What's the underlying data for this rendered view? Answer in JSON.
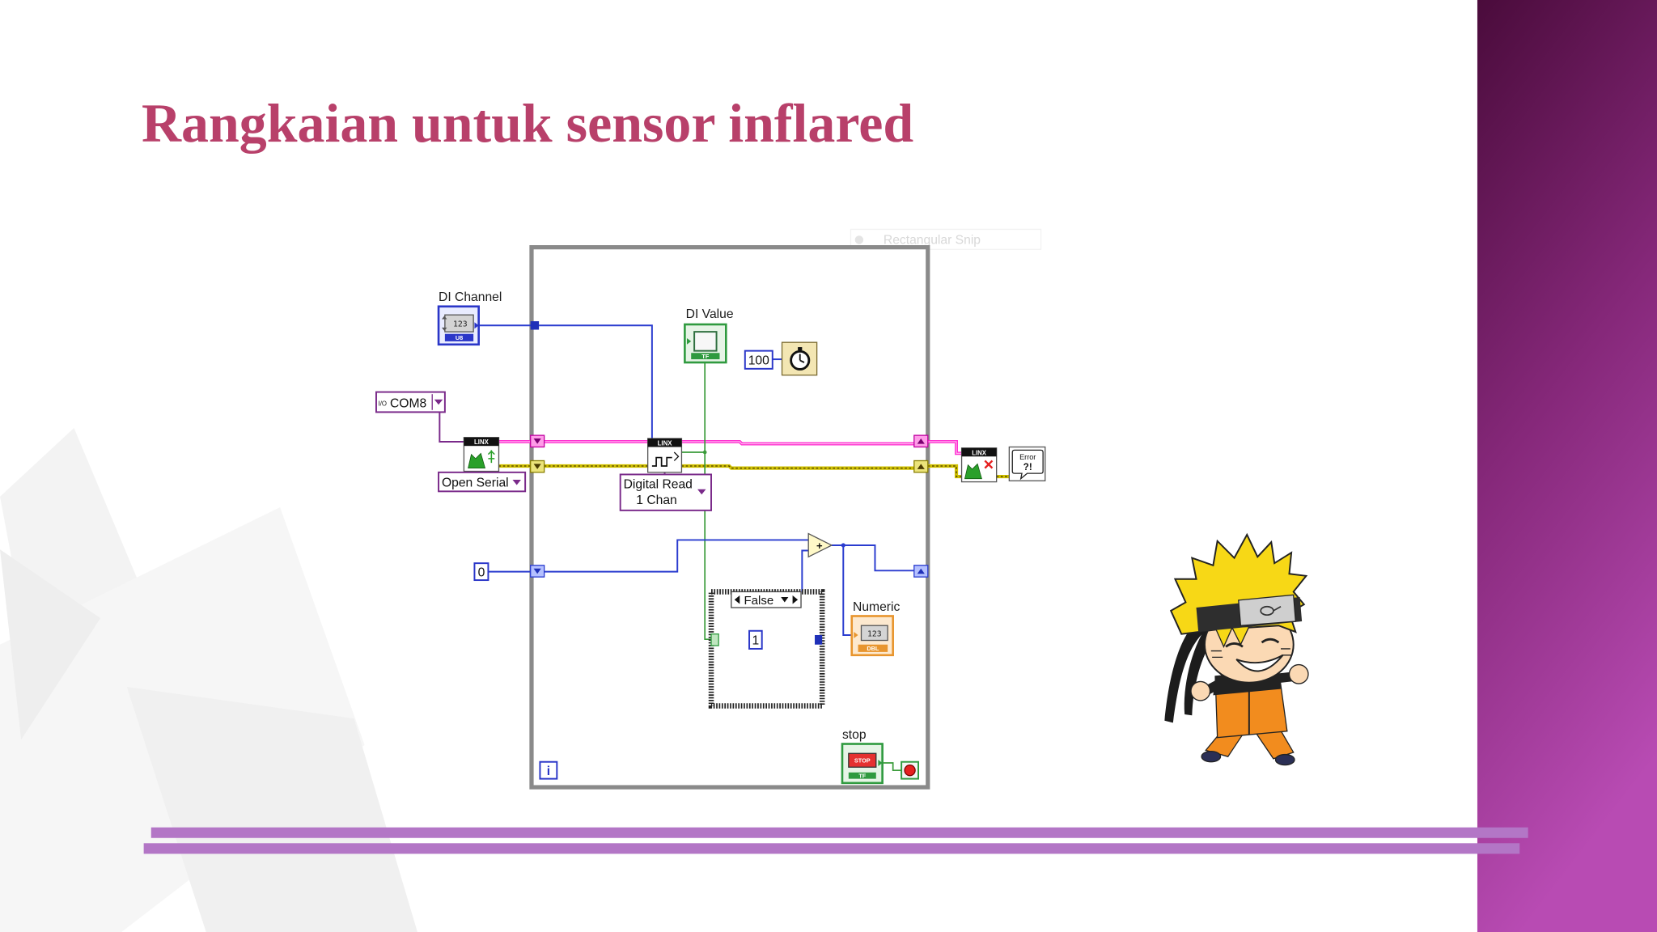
{
  "slide": {
    "title": "Rangkaian untuk sensor inflared",
    "colors": {
      "title": "#b8406a",
      "band_top": "#4a0b3b",
      "band_mid": "#86287a",
      "band_bottom": "#b84bb3",
      "rule": "#b376c6"
    }
  },
  "snip_overlay": {
    "label": "Rectangular Snip"
  },
  "diagram": {
    "di_channel": {
      "label": "DI Channel",
      "display": "123",
      "type": "U8"
    },
    "di_value": {
      "label": "DI Value",
      "type": "TF"
    },
    "wait_constant": {
      "value": "100"
    },
    "serial_port": {
      "io_tag": "I/O",
      "value": "COM8"
    },
    "linx_open": {
      "badge": "LINX",
      "mode": "Open Serial"
    },
    "linx_read": {
      "badge": "LINX",
      "mode_line1": "Digital Read",
      "mode_line2": "1 Chan"
    },
    "initial_constant": {
      "value": "0"
    },
    "add": {
      "symbol": "+"
    },
    "case_structure": {
      "selector": "False",
      "constant": "1"
    },
    "numeric": {
      "label": "Numeric",
      "display": "123",
      "type": "DBL"
    },
    "stop": {
      "label": "stop",
      "button": "STOP",
      "type": "TF"
    },
    "iteration": {
      "symbol": "i"
    },
    "linx_close": {
      "badge": "LINX"
    },
    "error_handler": {
      "line1": "Error",
      "line2": "?!"
    }
  }
}
